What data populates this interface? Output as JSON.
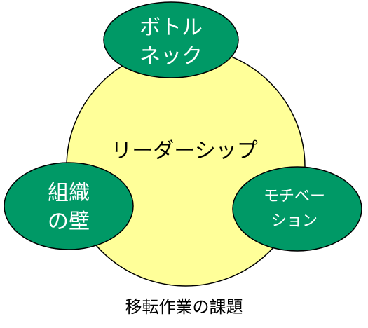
{
  "diagram": {
    "center_label": "リーダーシップ",
    "top_label_line1": "ボトル",
    "top_label_line2": "ネック",
    "left_label_line1": "組織",
    "left_label_line2": "の壁",
    "right_label_line1": "モチベー",
    "right_label_line2": "ション"
  },
  "caption": "移転作業の課題",
  "colors": {
    "center_fill": "#ffff99",
    "bubble_fill": "#009966",
    "outline": "#000000",
    "bubble_text": "#ffffff",
    "center_text": "#000000"
  }
}
